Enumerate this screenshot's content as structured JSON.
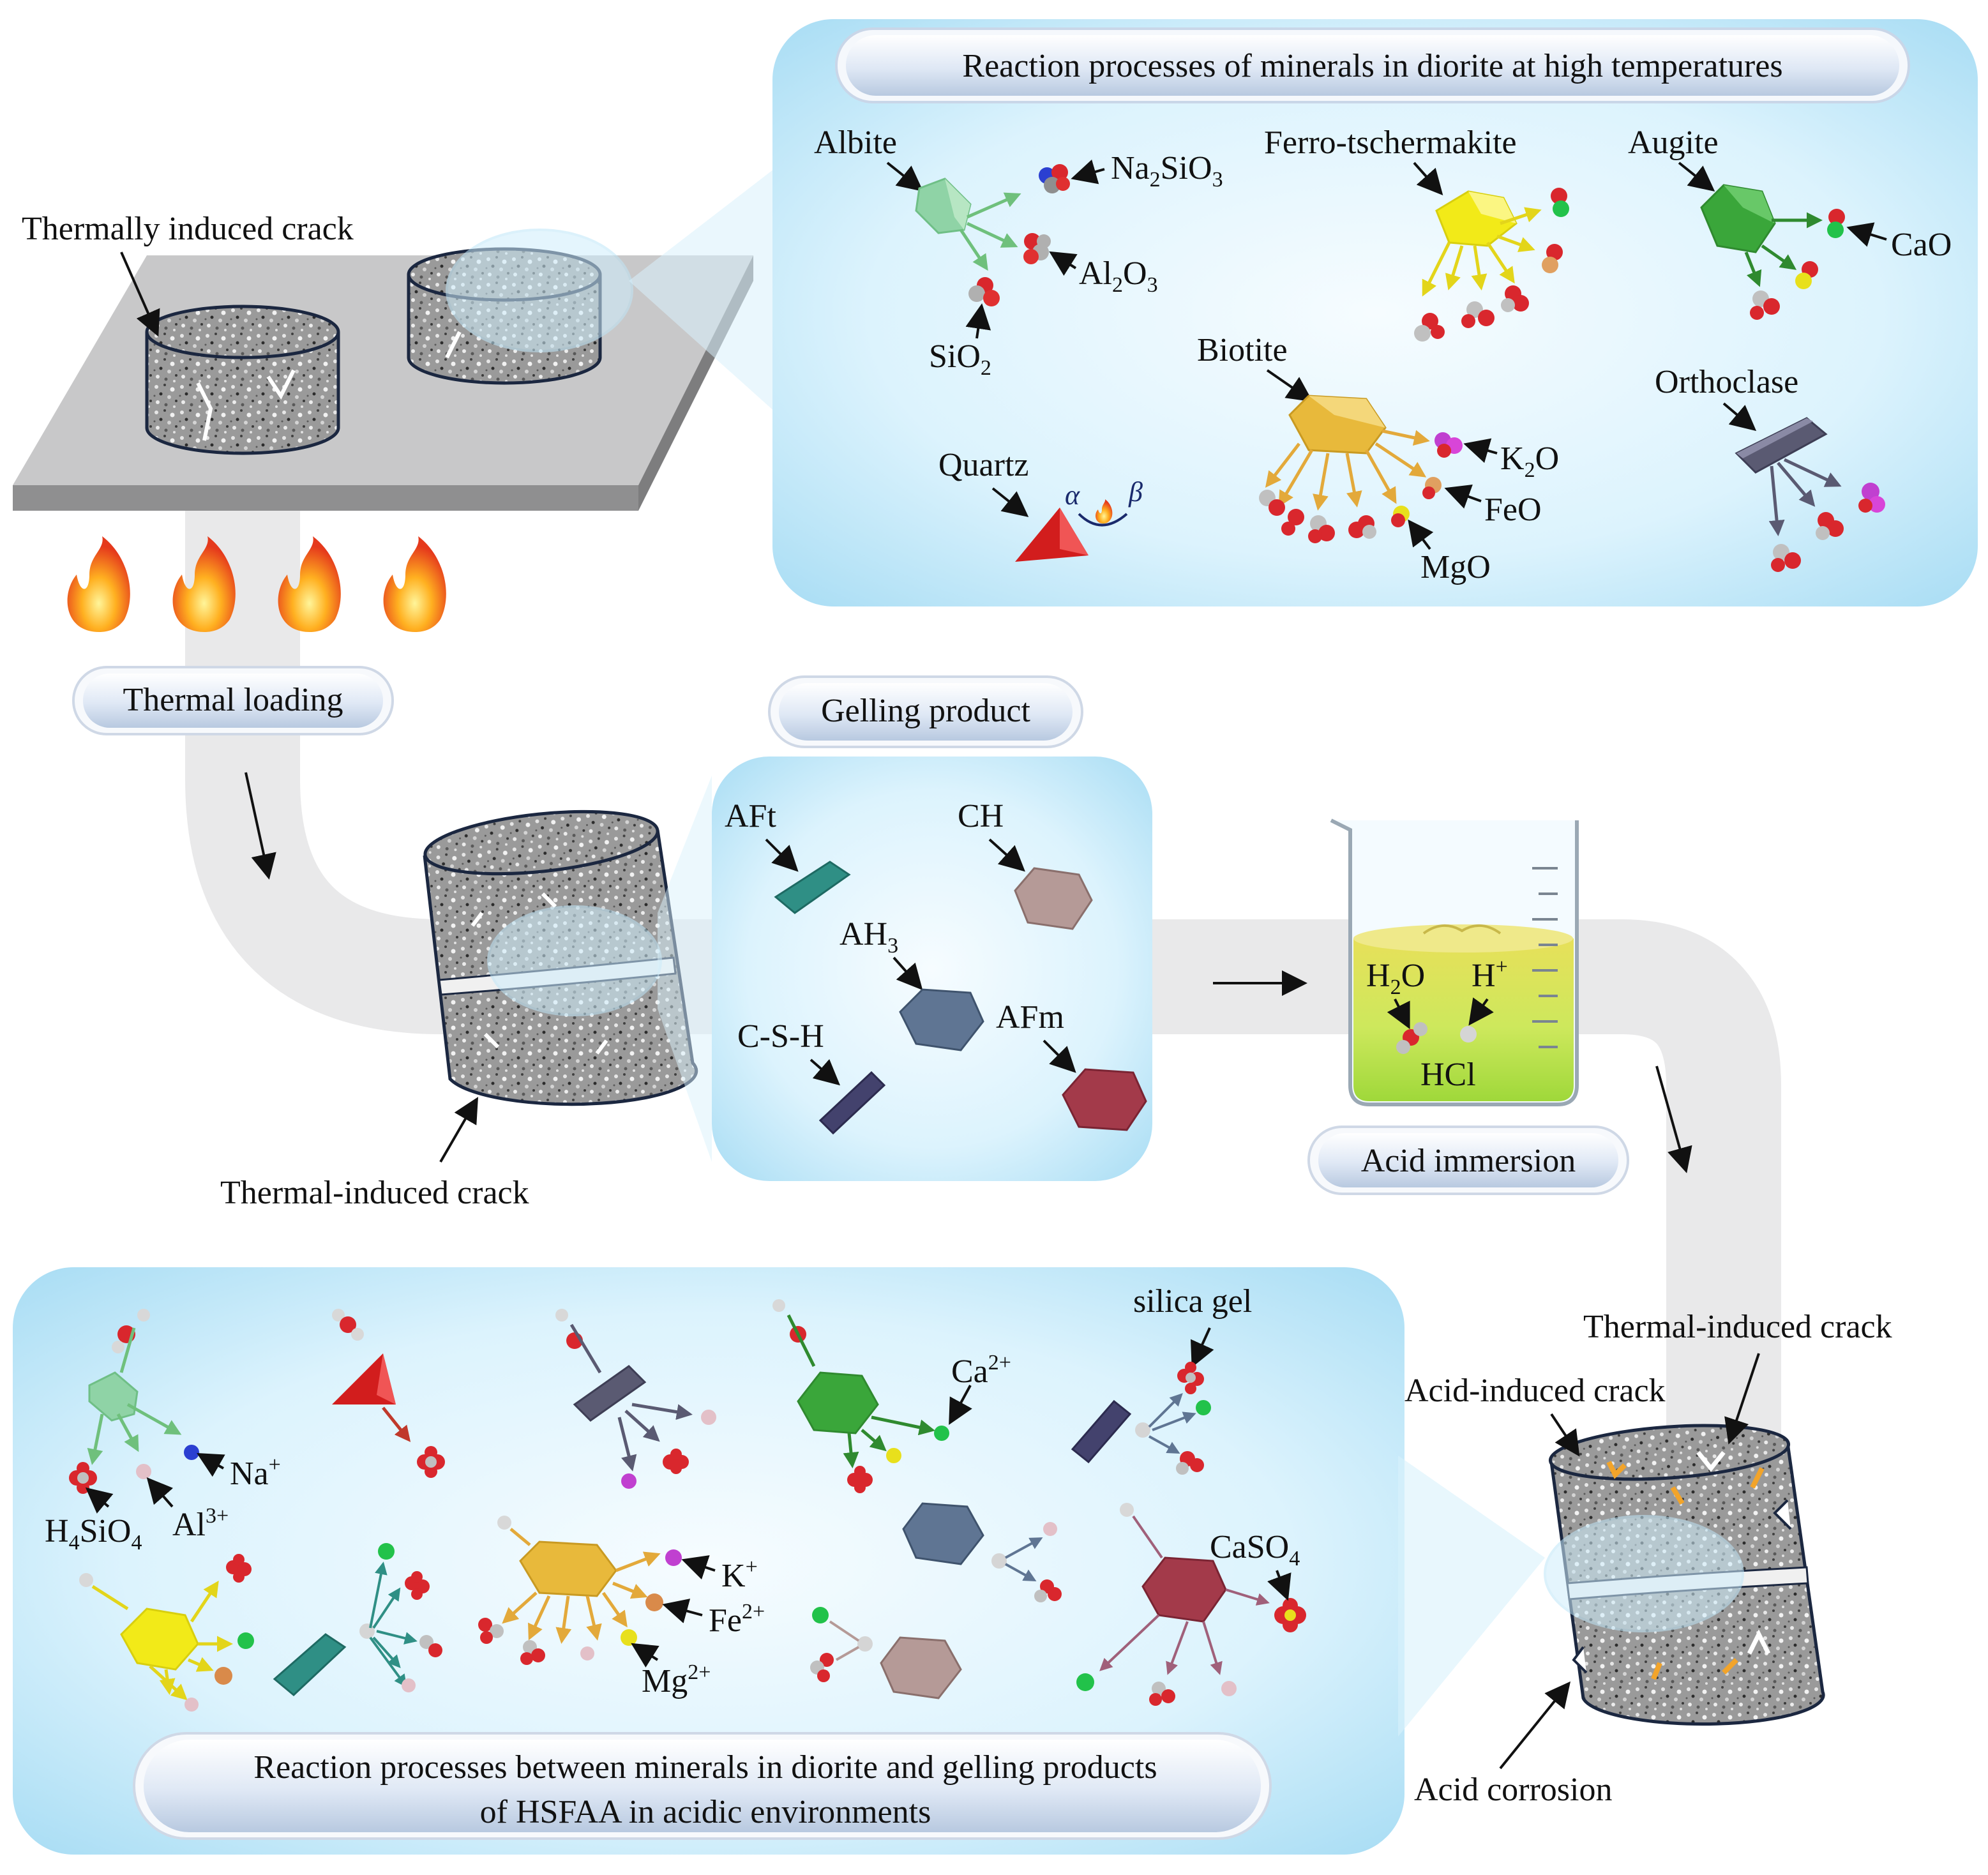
{
  "panels": {
    "high_temp_title": "Reaction processes of minerals in diorite at high temperatures",
    "gelling_title": "Gelling product",
    "acid_title_line1": "Reaction processes between minerals in diorite and gelling products",
    "acid_title_line2": "of HSFAA in acidic environments"
  },
  "process_labels": {
    "thermal_loading": "Thermal loading",
    "acid_immersion": "Acid immersion"
  },
  "crack_labels": {
    "thermally_induced_crack": "Thermally induced crack",
    "thermal_induced_crack_mid": "Thermal-induced crack",
    "thermal_induced_crack_right": "Thermal-induced crack",
    "acid_induced_crack": "Acid-induced crack",
    "acid_corrosion": "Acid corrosion"
  },
  "minerals": {
    "albite": "Albite",
    "ferro_tschermakite": "Ferro-tschermakite",
    "augite": "Augite",
    "biotite": "Biotite",
    "orthoclase": "Orthoclase",
    "quartz": "Quartz"
  },
  "quartz_transition": {
    "from": "α",
    "to": "β"
  },
  "oxides": {
    "na2sio3": {
      "base": "Na",
      "sub1": "2",
      "mid": "SiO",
      "sub2": "3"
    },
    "al2o3": {
      "base": "Al",
      "sub1": "2",
      "mid": "O",
      "sub2": "3"
    },
    "sio2": {
      "base": "SiO",
      "sub1": "2"
    },
    "cao": "CaO",
    "k2o": {
      "base": "K",
      "sub1": "2",
      "mid": "O"
    },
    "feo": "FeO",
    "mgo": "MgO"
  },
  "gelling_products": {
    "aft": "AFt",
    "ch": "CH",
    "ah3": {
      "base": "AH",
      "sub": "3"
    },
    "csh": "C-S-H",
    "afm": "AFm"
  },
  "beaker": {
    "h2o": {
      "base": "H",
      "sub": "2",
      "end": "O"
    },
    "h_plus": {
      "base": "H",
      "sup": "+"
    },
    "hcl": "HCl"
  },
  "acid_products": {
    "silica_gel": "silica gel",
    "ca2": {
      "base": "Ca",
      "sup": "2+"
    },
    "na": {
      "base": "Na",
      "sup": "+"
    },
    "al3": {
      "base": "Al",
      "sup": "3+"
    },
    "h4sio4": {
      "base": "H",
      "sub1": "4",
      "mid": "SiO",
      "sub2": "4"
    },
    "k": {
      "base": "K",
      "sup": "+"
    },
    "fe2": {
      "base": "Fe",
      "sup": "2+"
    },
    "mg2": {
      "base": "Mg",
      "sup": "2+"
    },
    "caso4": {
      "base": "CaSO",
      "sub": "4"
    }
  },
  "colors": {
    "panel_blue": "#cfeefc",
    "pill_fill": "#dde8f6",
    "road_grey": "#e9e9ea",
    "plate_grey": "#b9b9ba",
    "albite": "#8fd3a6",
    "ferro": "#f2ea18",
    "augite": "#3aa63a",
    "biotite": "#e8b93b",
    "orthoclase": "#5a5a72",
    "quartz": "#d21d1d",
    "aft": "#2f8f85",
    "ch": "#b59a97",
    "ah3": "#5f7593",
    "csh": "#43426d",
    "afm": "#a33a4a",
    "acid_liquid": "#c5e85a",
    "acid_crack": "#f2a42a"
  }
}
